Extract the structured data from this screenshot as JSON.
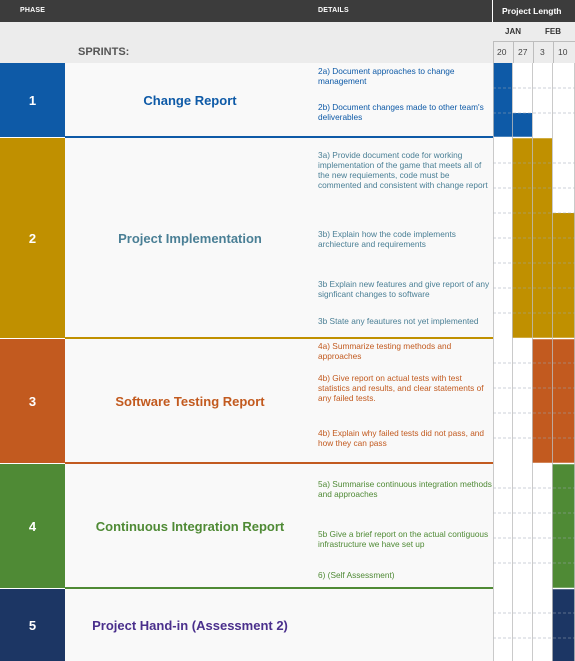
{
  "header": {
    "phase_label": "PHASE",
    "details_label": "DETAILS",
    "project_length_label": "Project Length"
  },
  "subheader": {
    "sprints_label": "SPRINTS:",
    "months": [
      "JAN",
      "FEB"
    ],
    "weeks": [
      "20",
      "27",
      "3",
      "10"
    ]
  },
  "phases": [
    {
      "number": "1",
      "title": "Change Report",
      "color": "#0e5aa7",
      "details": [
        "2a) Document approaches to change management",
        "2b) Document changes made to other team's deliverables"
      ]
    },
    {
      "number": "2",
      "title": "Project Implementation",
      "color": "#c09000",
      "details": [
        "3a) Provide document code for working implementation of the game that meets all of the new requiements, code must be commented and consistent with change report",
        "3b) Explain how the code implements archiecture and requirements",
        "3b Explain new features and give report of any signficant changes to software",
        "3b State any feautures not yet implemented"
      ]
    },
    {
      "number": "3",
      "title": "Software Testing Report",
      "color": "#c25a1f",
      "details": [
        "4a) Summarize testing methods and approaches",
        "4b) Give report on actual tests with test statistics and results, and clear statements of any failed tests.",
        "4b) Explain why failed tests did not pass, and how they can pass"
      ]
    },
    {
      "number": "4",
      "title": "Continuous Integration Report",
      "color": "#4f8a35",
      "details": [
        "5a) Summarise continuous integration methods and approaches",
        "5b Give a brief report on the actual contiguous infrastructure we have set up",
        "6) (Self Assessment)"
      ]
    },
    {
      "number": "5",
      "title": "Project Hand-in (Assessment 2)",
      "color": "#1c3664",
      "details": []
    }
  ],
  "colors": {
    "header_bg": "#3c3c3c",
    "subheader_bg": "#ececec",
    "phase1": "#0e5aa7",
    "phase2": "#c09000",
    "phase2_title": "#4a7f95",
    "phase3": "#c25a1f",
    "phase4": "#4f8a35",
    "phase5": "#1c3664",
    "phase5_title": "#4a2f8c"
  }
}
